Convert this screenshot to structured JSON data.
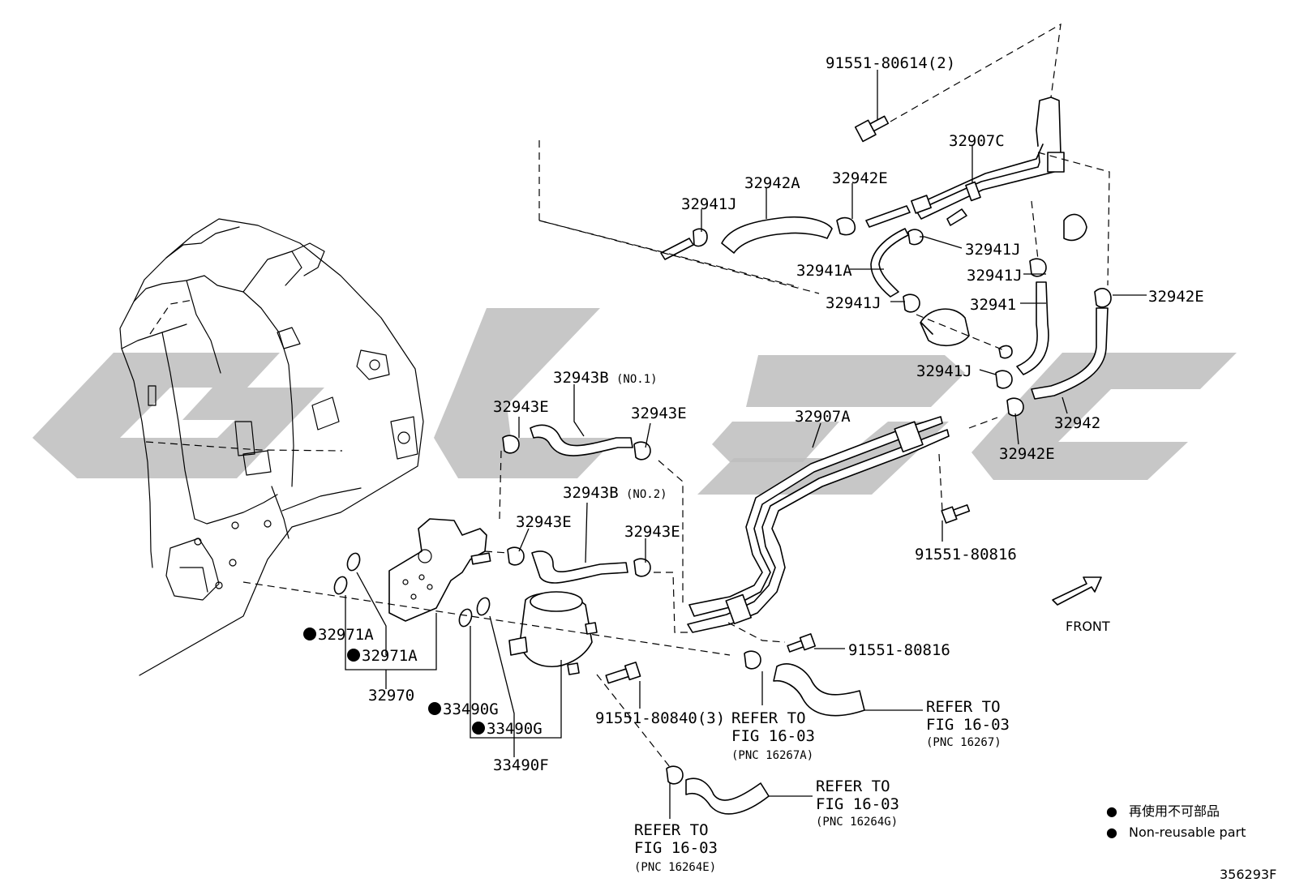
{
  "watermark": "GLGC",
  "figure_code": "356293F",
  "front_label": "FRONT",
  "legend": {
    "jp": "再使用不可部品",
    "en": "Non-reusable part",
    "bullet": "●"
  },
  "callouts": {
    "p_91551_80614_2": "91551-80614(2)",
    "p_32907c": "32907C",
    "p_32942a": "32942A",
    "p_32942e_top": "32942E",
    "p_32941j_1": "32941J",
    "p_32941j_2": "32941J",
    "p_32941a": "32941A",
    "p_32941j_3": "32941J",
    "p_32941j_4": "32941J",
    "p_32941": "32941",
    "p_32942e_right": "32942E",
    "p_32941j_5": "32941J",
    "p_32942": "32942",
    "p_32942e_low": "32942E",
    "p_32907a": "32907A",
    "p_91551_80816_a": "91551-80816",
    "p_32943b1": "32943B",
    "p_32943b1_note": "(NO.1)",
    "p_32943e_1": "32943E",
    "p_32943e_2": "32943E",
    "p_32943b2": "32943B",
    "p_32943b2_note": "(NO.2)",
    "p_32943e_3": "32943E",
    "p_32943e_4": "32943E",
    "p_32971a_1": "32971A",
    "p_32971a_2": "32971A",
    "p_32970": "32970",
    "p_33490g_1": "33490G",
    "p_33490g_2": "33490G",
    "p_33490f": "33490F",
    "p_91551_80816_b": "91551-80816",
    "p_91551_80840_3": "91551-80840(3)"
  },
  "refers": {
    "r1_line1": "REFER TO",
    "r1_line2": "FIG 16-03",
    "r1_pnc": "(PNC 16267A)",
    "r2_line1": "REFER TO",
    "r2_line2": "FIG 16-03",
    "r2_pnc": "(PNC 16267)",
    "r3_line1": "REFER TO",
    "r3_line2": "FIG 16-03",
    "r3_pnc": "(PNC 16264G)",
    "r4_line1": "REFER TO",
    "r4_line2": "FIG 16-03",
    "r4_pnc": "(PNC 16264E)"
  }
}
